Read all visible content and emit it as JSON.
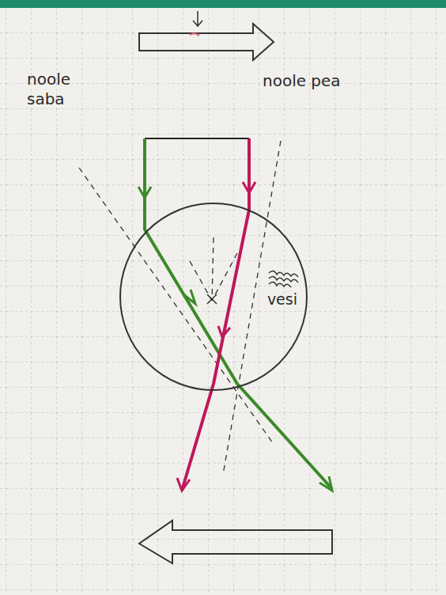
{
  "diagram": {
    "nodes": [
      {
        "text": [
          "vesi"
        ]
      }
    ],
    "labels": [
      "noole saba",
      "noole pea"
    ]
  }
}
